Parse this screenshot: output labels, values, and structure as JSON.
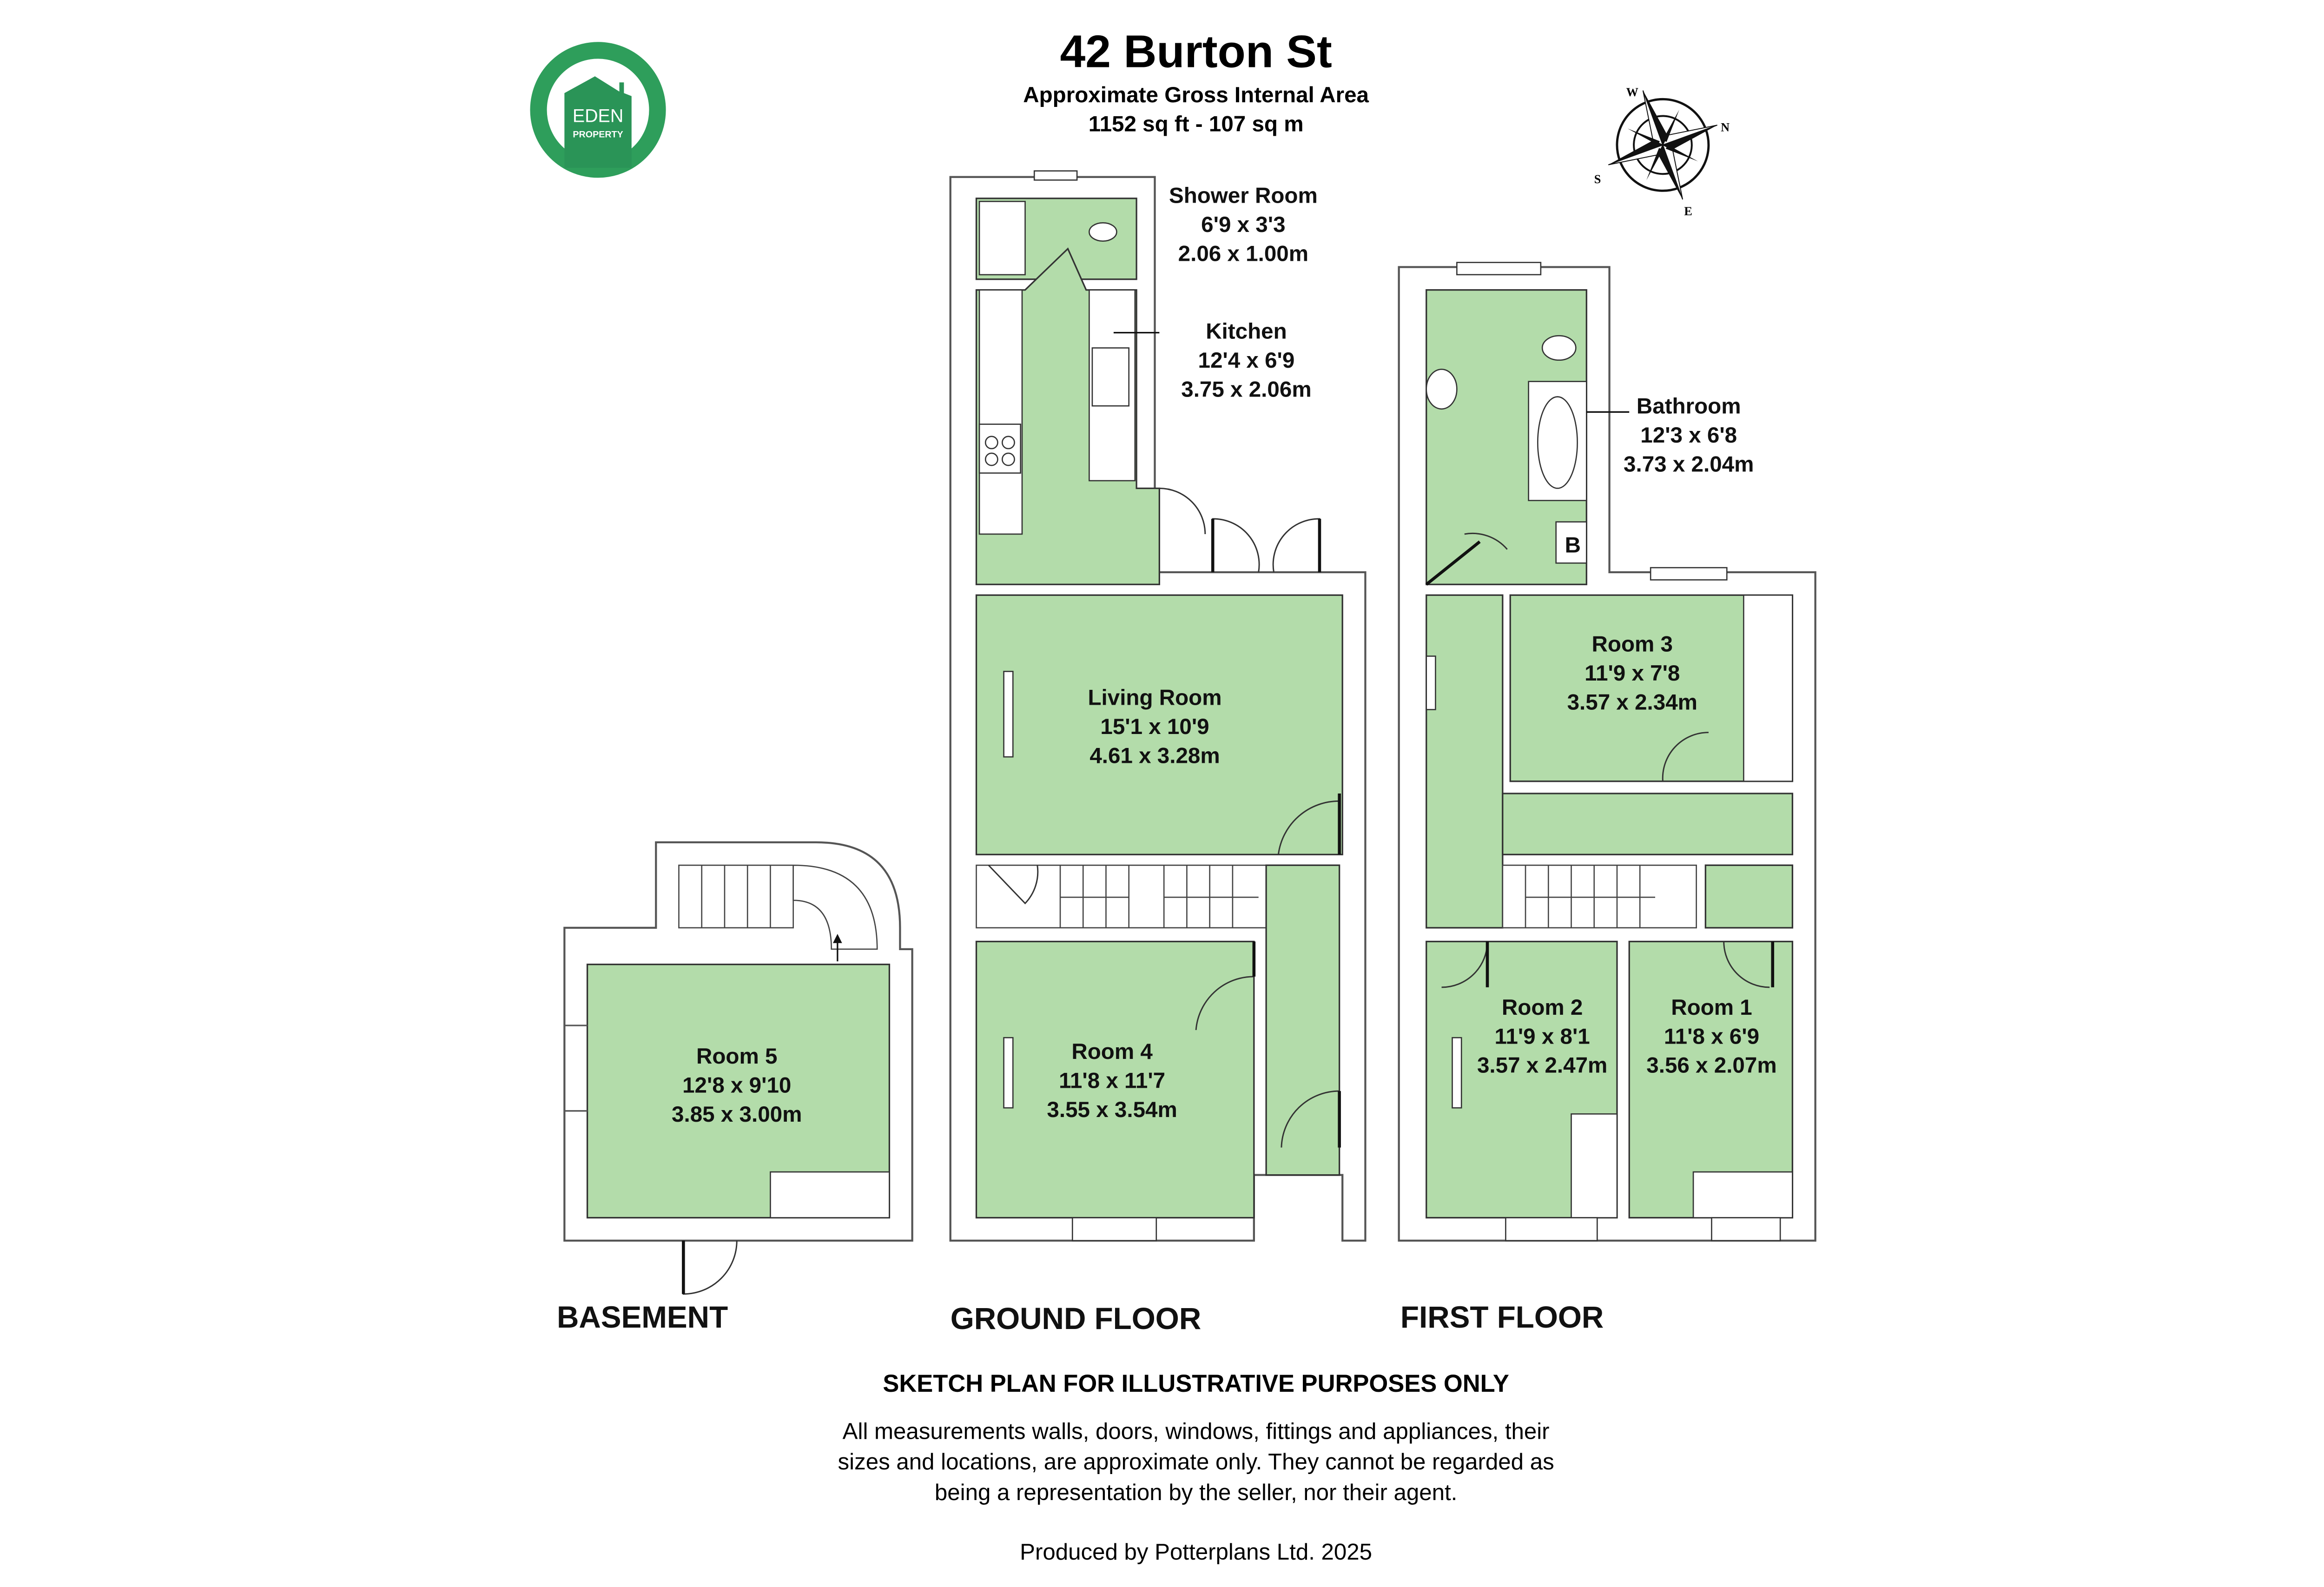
{
  "header": {
    "title": "42 Burton St",
    "subtitle": "Approximate Gross Internal Area",
    "area": "1152 sq ft - 107 sq m"
  },
  "logo": {
    "line1": "EDEN",
    "line2": "PROPERTY",
    "color": "#2e9e5b"
  },
  "compass": {
    "n": "N",
    "e": "E",
    "s": "S",
    "w": "W"
  },
  "colors": {
    "room_fill": "#b3dcaa",
    "wall": "#555555"
  },
  "rooms": {
    "shower": {
      "name": "Shower Room",
      "imperial": "6'9 x 3'3",
      "metric": "2.06 x 1.00m"
    },
    "kitchen": {
      "name": "Kitchen",
      "imperial": "12'4 x 6'9",
      "metric": "3.75 x 2.06m"
    },
    "living": {
      "name": "Living Room",
      "imperial": "15'1 x 10'9",
      "metric": "4.61 x 3.28m"
    },
    "room4": {
      "name": "Room 4",
      "imperial": "11'8 x 11'7",
      "metric": "3.55 x 3.54m"
    },
    "room5": {
      "name": "Room 5",
      "imperial": "12'8 x 9'10",
      "metric": "3.85 x 3.00m"
    },
    "bathroom": {
      "name": "Bathroom",
      "imperial": "12'3 x 6'8",
      "metric": "3.73 x 2.04m"
    },
    "room3": {
      "name": "Room 3",
      "imperial": "11'9 x 7'8",
      "metric": "3.57 x 2.34m"
    },
    "room2": {
      "name": "Room 2",
      "imperial": "11'9 x 8'1",
      "metric": "3.57 x 2.47m"
    },
    "room1": {
      "name": "Room 1",
      "imperial": "11'8 x 6'9",
      "metric": "3.56 x 2.07m"
    },
    "boiler": "B"
  },
  "floors": {
    "basement": "BASEMENT",
    "ground": "GROUND FLOOR",
    "first": "FIRST FLOOR"
  },
  "footer": {
    "disclaimer_title": "SKETCH PLAN FOR ILLUSTRATIVE PURPOSES ONLY",
    "disclaimer_lines": [
      "All measurements walls, doors, windows, fittings and appliances, their",
      "sizes and locations, are approximate only. They cannot be regarded as",
      "being a representation by the seller, nor their agent."
    ],
    "credit": "Produced by Potterplans Ltd. 2025"
  }
}
